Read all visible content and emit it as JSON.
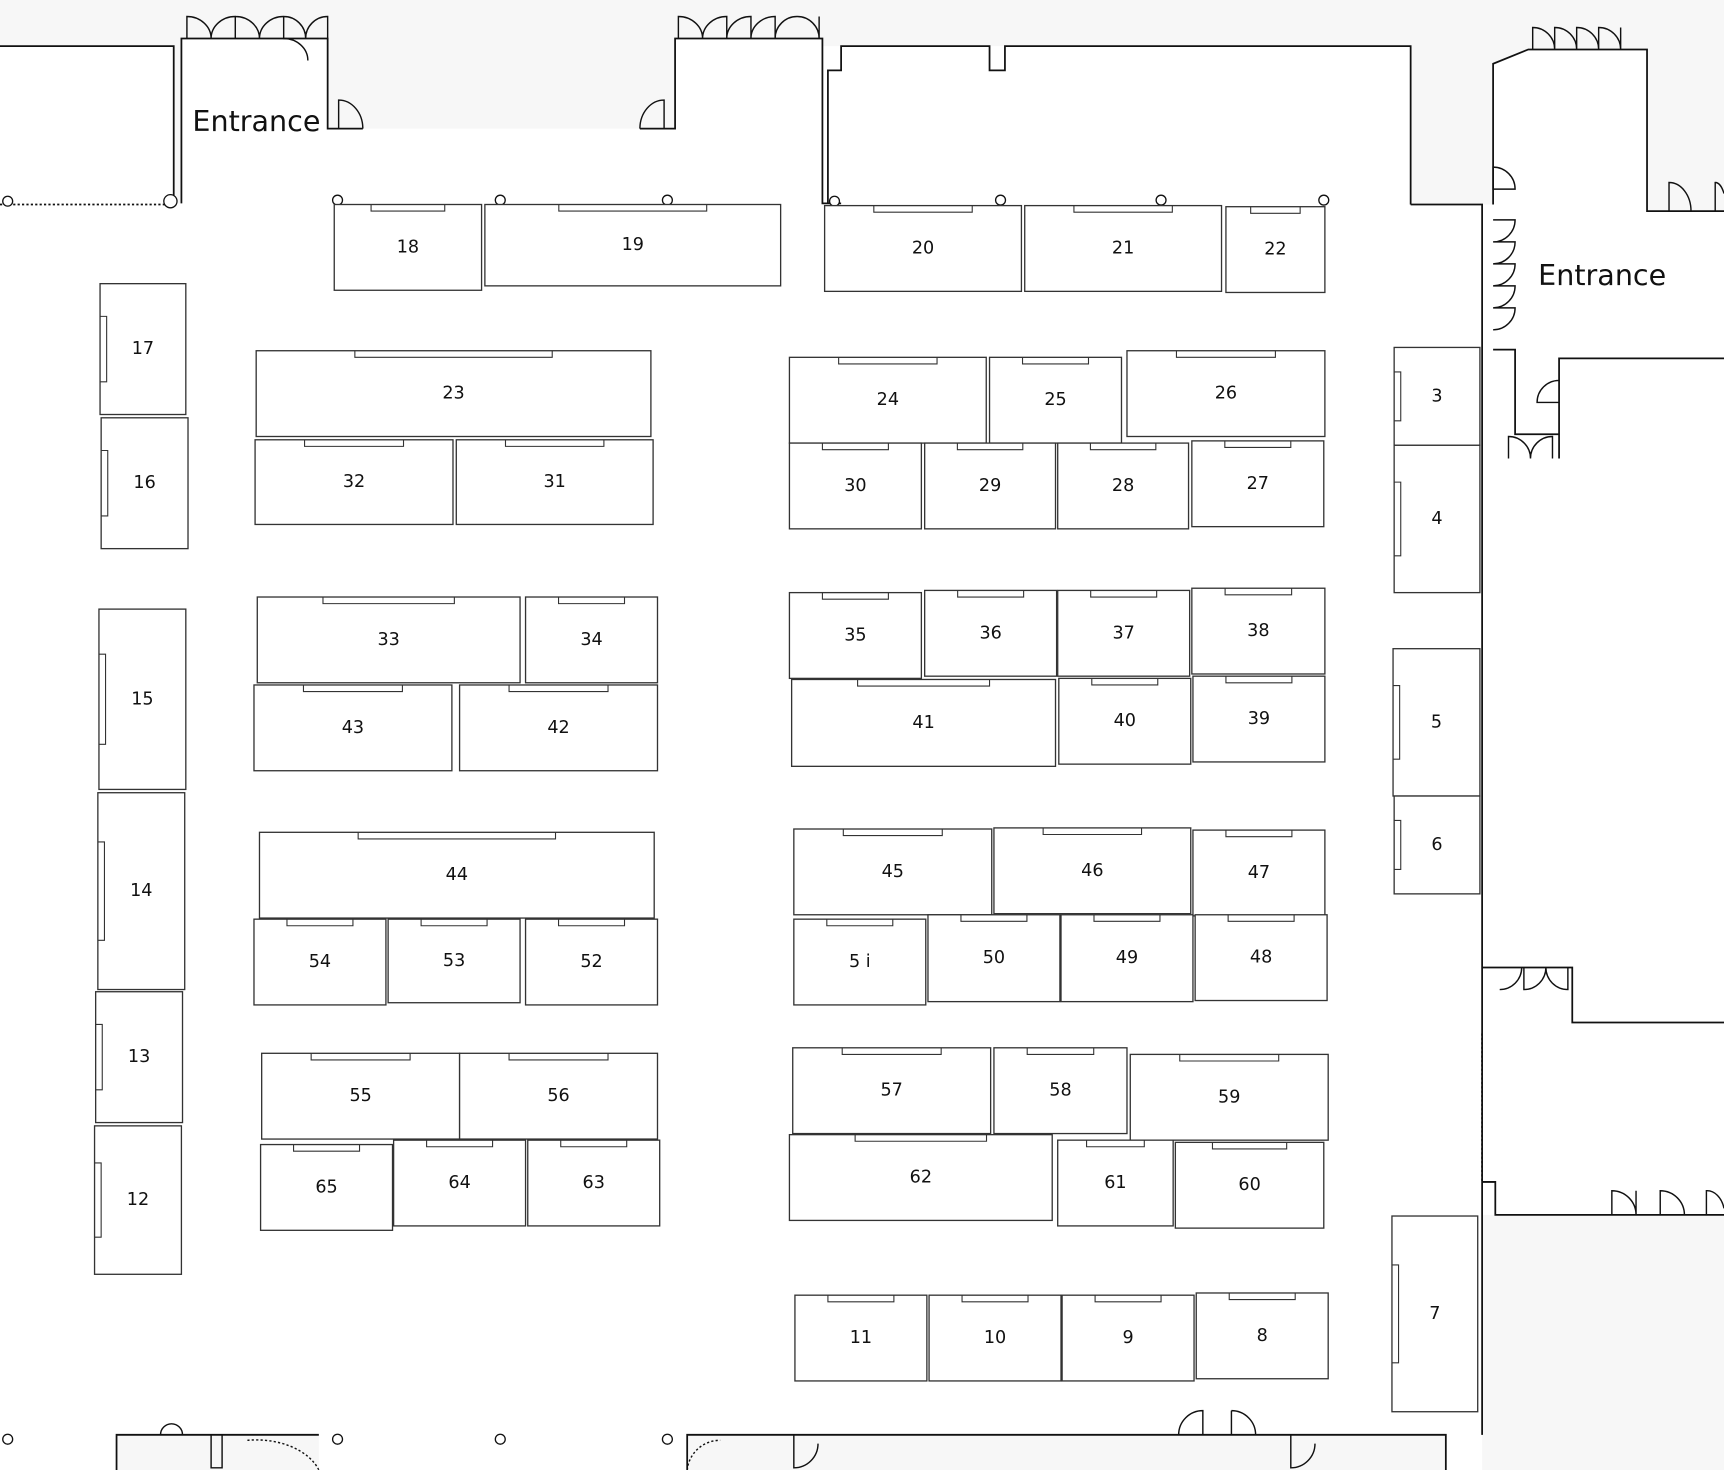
{
  "map": {
    "entrance_labels": [
      "Entrance",
      "Entrance"
    ],
    "booths": [
      {
        "label": "18"
      },
      {
        "label": "19"
      },
      {
        "label": "20"
      },
      {
        "label": "21"
      },
      {
        "label": "22"
      },
      {
        "label": "17"
      },
      {
        "label": "16"
      },
      {
        "label": "23"
      },
      {
        "label": "32"
      },
      {
        "label": "31"
      },
      {
        "label": "24"
      },
      {
        "label": "25"
      },
      {
        "label": "26"
      },
      {
        "label": "30"
      },
      {
        "label": "29"
      },
      {
        "label": "28"
      },
      {
        "label": "27"
      },
      {
        "label": "3"
      },
      {
        "label": "4"
      },
      {
        "label": "15"
      },
      {
        "label": "33"
      },
      {
        "label": "34"
      },
      {
        "label": "43"
      },
      {
        "label": "42"
      },
      {
        "label": "35"
      },
      {
        "label": "36"
      },
      {
        "label": "37"
      },
      {
        "label": "38"
      },
      {
        "label": "41"
      },
      {
        "label": "40"
      },
      {
        "label": "39"
      },
      {
        "label": "5"
      },
      {
        "label": "6"
      },
      {
        "label": "14"
      },
      {
        "label": "44"
      },
      {
        "label": "54"
      },
      {
        "label": "53"
      },
      {
        "label": "52"
      },
      {
        "label": "45"
      },
      {
        "label": "46"
      },
      {
        "label": "47"
      },
      {
        "label": "5 i"
      },
      {
        "label": "50"
      },
      {
        "label": "49"
      },
      {
        "label": "48"
      },
      {
        "label": "13"
      },
      {
        "label": "12"
      },
      {
        "label": "55"
      },
      {
        "label": "56"
      },
      {
        "label": "65"
      },
      {
        "label": "64"
      },
      {
        "label": "63"
      },
      {
        "label": "57"
      },
      {
        "label": "58"
      },
      {
        "label": "59"
      },
      {
        "label": "62"
      },
      {
        "label": "61"
      },
      {
        "label": "60"
      },
      {
        "label": "11"
      },
      {
        "label": "10"
      },
      {
        "label": "9"
      },
      {
        "label": "8"
      },
      {
        "label": "7"
      }
    ]
  }
}
